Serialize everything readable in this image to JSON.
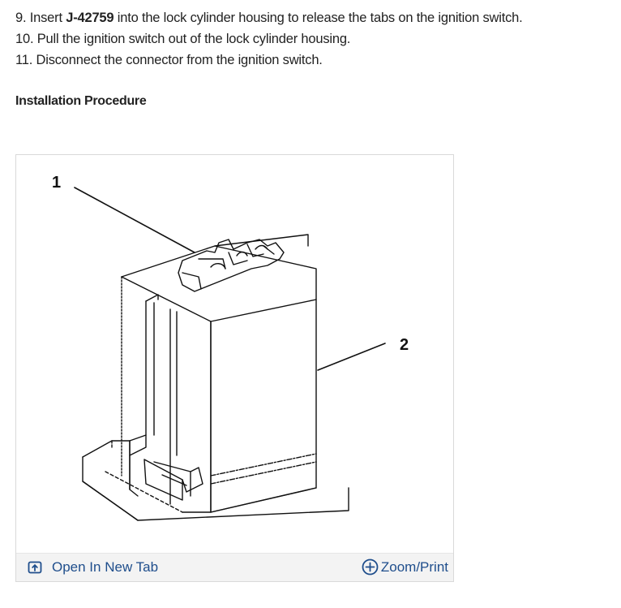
{
  "steps": [
    {
      "num": "9.",
      "before": " Insert ",
      "code": "J-42759",
      "after": " into the lock cylinder housing to release the tabs on the ignition switch."
    },
    {
      "num": "10.",
      "text": " Pull the ignition switch out of the lock cylinder housing."
    },
    {
      "num": "11.",
      "text": " Disconnect the connector from the ignition switch."
    }
  ],
  "section_heading": "Installation Procedure",
  "figure": {
    "callouts": [
      "1",
      "2"
    ],
    "toolbar": {
      "open_tab_label": "Open In New Tab",
      "open_tab_icon": "open-new-tab-icon",
      "zoom_label": "Zoom/Print",
      "zoom_icon": "plus-circle-icon"
    }
  },
  "colors": {
    "link": "#1f4e8c",
    "toolbar_bg": "#f3f3f3",
    "border": "#d9d9d9"
  }
}
